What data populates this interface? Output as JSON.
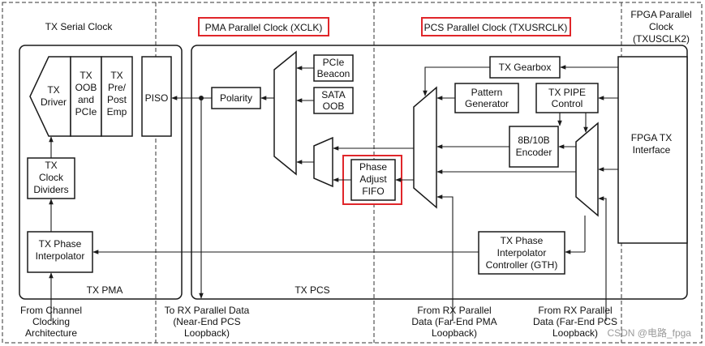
{
  "domains": {
    "serial": "TX Serial Clock",
    "pma": "PMA Parallel Clock (XCLK)",
    "pcs": "PCS Parallel Clock (TXUSRCLK)",
    "fpga": [
      "FPGA Parallel",
      "Clock",
      "(TXUSCLK2)"
    ]
  },
  "colors": {
    "highlight": "#e0262a",
    "line": "#1a1a1a",
    "dash": "#333333"
  },
  "blocks": {
    "tx_driver": [
      "TX",
      "Driver"
    ],
    "tx_oob_pcie": [
      "TX",
      "OOB",
      "and",
      "PCIe"
    ],
    "tx_pre_post_emp": [
      "TX",
      "Pre/",
      "Post",
      "Emp"
    ],
    "piso": "PISO",
    "tx_clock_dividers": [
      "TX",
      "Clock",
      "Dividers"
    ],
    "tx_phase_interpolator": [
      "TX Phase",
      "Interpolator"
    ],
    "tx_pma": "TX PMA",
    "polarity": "Polarity",
    "pcie_beacon": [
      "PCIe",
      "Beacon"
    ],
    "sata_oob": [
      "SATA",
      "OOB"
    ],
    "phase_adjust_fifo": [
      "Phase",
      "Adjust",
      "FIFO"
    ],
    "tx_gearbox": "TX Gearbox",
    "pattern_generator": [
      "Pattern",
      "Generator"
    ],
    "tx_pipe_control": [
      "TX PIPE",
      "Control"
    ],
    "encoder_8b10b": [
      "8B/10B",
      "Encoder"
    ],
    "fpga_tx_interface": [
      "FPGA TX",
      "Interface"
    ],
    "tx_phase_interp_controller": [
      "TX Phase",
      "Interpolator",
      "Controller (GTH)"
    ],
    "tx_pcs": "TX PCS"
  },
  "bottom_labels": {
    "from_channel_clocking": [
      "From Channel",
      "Clocking",
      "Architecture"
    ],
    "to_rx_parallel_data": [
      "To RX Parallel Data",
      "(Near-End PCS",
      "Loopback)"
    ],
    "from_rx_far_end_pma": [
      "From RX Parallel",
      "Data (Far-End PMA",
      "Loopback)"
    ],
    "from_rx_far_end_pcs": [
      "From RX Parallel",
      "Data (Far-End PCS",
      "Loopback)"
    ]
  },
  "watermark": "CSDN @电路_fpga"
}
